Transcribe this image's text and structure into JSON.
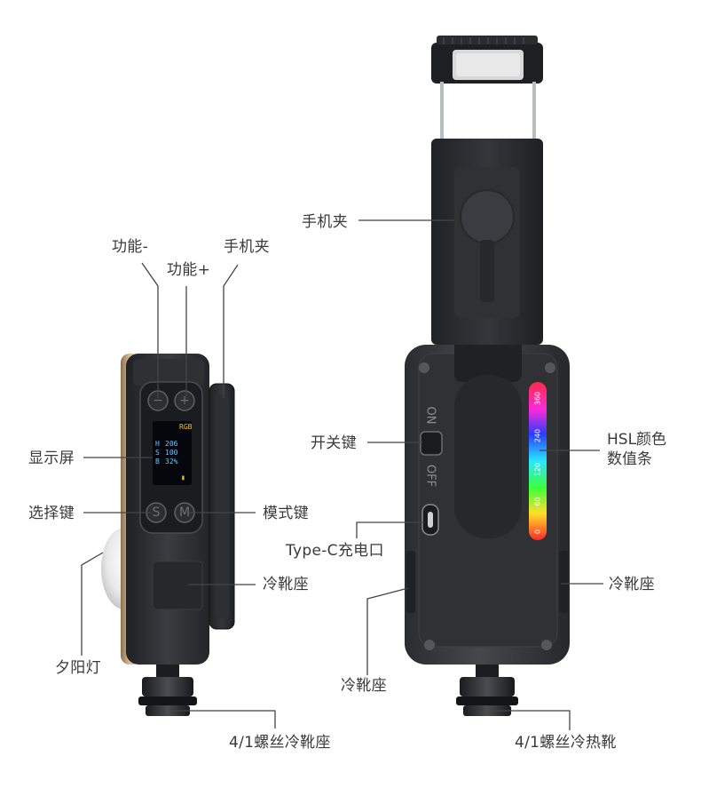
{
  "labels": {
    "func_minus": "功能-",
    "func_plus": "功能+",
    "phone_clip_left": "手机夹",
    "display": "显示屏",
    "select_key": "选择键",
    "mode_key": "模式键",
    "cold_shoe_left": "冷靴座",
    "sunset_lamp": "夕阳灯",
    "screw_shoe_left": "4/1螺丝冷靴座",
    "phone_clip_right": "手机夹",
    "power_switch": "开关键",
    "type_c": "Type-C充电口",
    "hsl_line1": "HSL颜色",
    "hsl_line2": "数值条",
    "cold_shoe_right": "冷靴座",
    "cold_shoe_bottom": "冷靴座",
    "screw_shoe_right": "4/1螺丝冷热靴"
  },
  "device_text": {
    "switch_on": "ON",
    "switch_off": "OFF",
    "btn_minus": "−",
    "btn_plus": "+",
    "btn_s": "S",
    "btn_m": "M",
    "oled_rgb": "RGB",
    "oled_h": "H",
    "oled_s": "S",
    "oled_b": "B",
    "oled_v1": "206",
    "oled_v2": "100",
    "oled_v3": "32%",
    "hsl_ticks": [
      "0",
      "60",
      "120",
      "240",
      "360"
    ]
  },
  "colors": {
    "body_dark": "#2b2d31",
    "accent_gold": "#c9a77a"
  }
}
